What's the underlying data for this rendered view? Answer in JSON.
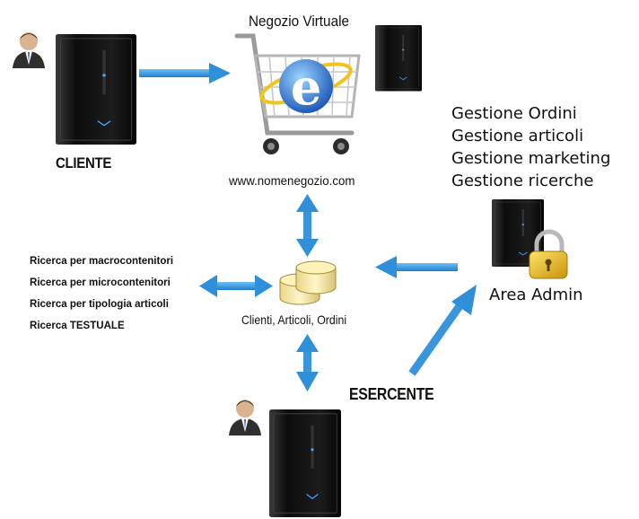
{
  "cliente": {
    "label": "CLIENTE"
  },
  "store": {
    "title": "Negozio Virtuale",
    "url": "www.nomenegozio.com"
  },
  "admin": {
    "tasks": [
      "Gestione Ordini",
      "Gestione articoli",
      "Gestione marketing",
      "Gestione ricerche"
    ],
    "label": "Area Admin"
  },
  "search": {
    "items": [
      "Ricerca per macrocontenitori",
      "Ricerca per microcontenitori",
      "Ricerca per tipologia articoli",
      "Ricerca TESTUALE"
    ]
  },
  "database": {
    "label": "Clienti, Articoli, Ordini"
  },
  "esercente": {
    "label": "ESERCENTE"
  },
  "colors": {
    "arrow": "#2f8fd8",
    "tower": "#141414",
    "lock": "#e8b90f",
    "db": "#f6e9a6",
    "ie_logo": "#1f6fd1"
  }
}
